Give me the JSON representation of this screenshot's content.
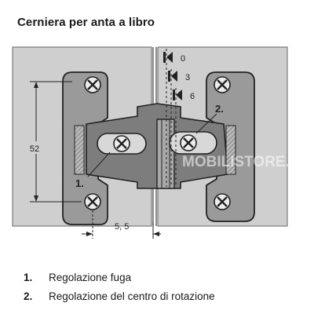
{
  "title": "Cerniera per anta a libro",
  "dimensions": {
    "height": "52",
    "offset": "5, 5",
    "gap_scale": [
      "0",
      "3",
      "6"
    ]
  },
  "callouts": {
    "fuga": "1.",
    "rotazione": "2."
  },
  "watermark": "MOBILISTORE.it",
  "legend": [
    {
      "num": "1.",
      "text": "Regolazione fuga"
    },
    {
      "num": "2.",
      "text": "Regolazione del centro di rotazione"
    }
  ],
  "colors": {
    "panel": "#cfcfcf",
    "plate": "#9a9a9a",
    "body": "#7d7d7d",
    "line": "#222222"
  }
}
